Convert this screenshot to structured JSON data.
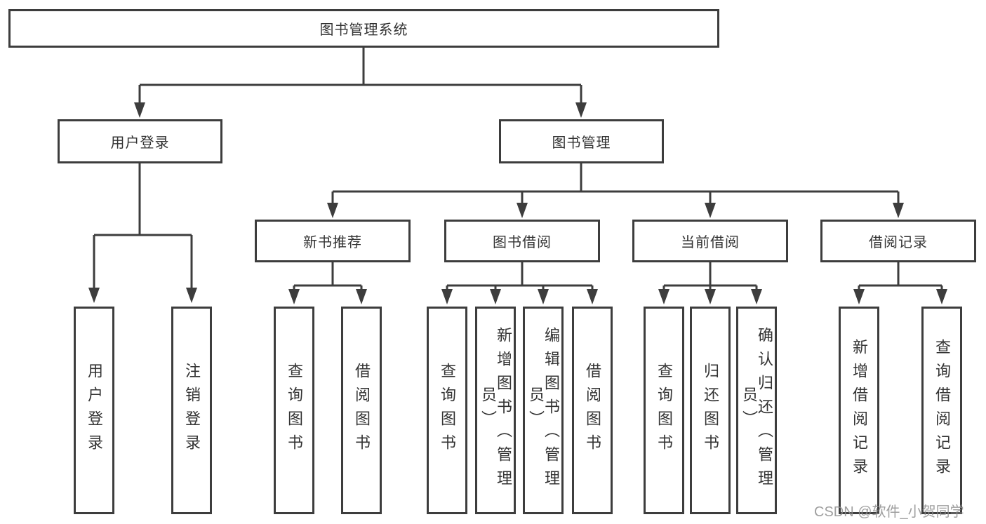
{
  "diagram": {
    "colors": {
      "line": "#3d3d3d",
      "box_border": "#3d3d3d",
      "text": "#333333",
      "background": "#ffffff",
      "watermark": "#8f8f8f"
    },
    "tree": {
      "label": "图书管理系统",
      "children": [
        {
          "label": "用户登录",
          "children": [
            {
              "label": "用户登录"
            },
            {
              "label": "注销登录"
            }
          ]
        },
        {
          "label": "图书管理",
          "children": [
            {
              "label": "新书推荐",
              "children": [
                {
                  "label": "查询图书"
                },
                {
                  "label": "借阅图书"
                }
              ]
            },
            {
              "label": "图书借阅",
              "children": [
                {
                  "label": "查询图书"
                },
                {
                  "label": "新增图书（管理员）"
                },
                {
                  "label": "编辑图书（管理员）"
                },
                {
                  "label": "借阅图书"
                }
              ]
            },
            {
              "label": "当前借阅",
              "children": [
                {
                  "label": "查询图书"
                },
                {
                  "label": "归还图书"
                },
                {
                  "label": "确认归还（管理员）"
                }
              ]
            },
            {
              "label": "借阅记录",
              "children": [
                {
                  "label": "新增借阅记录"
                },
                {
                  "label": "查询借阅记录"
                }
              ]
            }
          ]
        }
      ]
    },
    "watermark": {
      "text": "CSDN @软件_小贺同学"
    }
  }
}
